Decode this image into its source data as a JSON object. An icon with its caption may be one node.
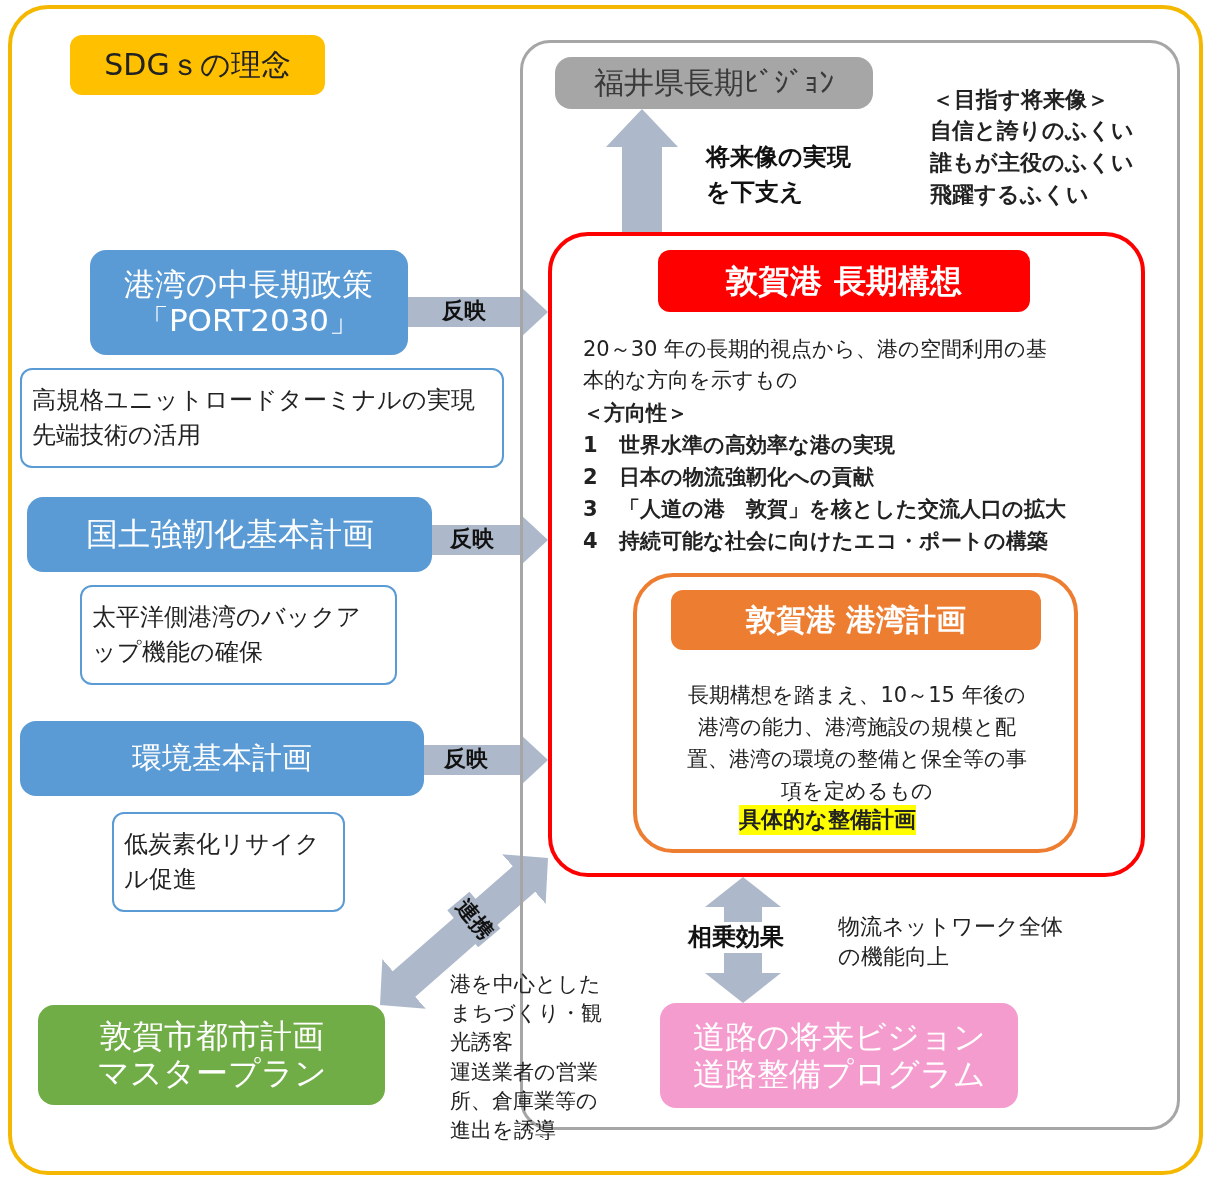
{
  "diagram": {
    "nodes": [
      {
        "text": [
          "SDGｓの理念"
        ]
      },
      {
        "text": [],
        "shape": "box",
        "in": 0
      },
      {
        "text": [
          "福井県長期ﾋﾞｼﾞｮﾝ"
        ],
        "in": 1
      },
      {
        "text": [
          "敦賀港 長期構想",
          "20～30 年の長期的視点から、港の空間利用の基本的な方向を示すもの",
          "＜方向性＞",
          "1　世界水準の高効率な港の実現",
          "2　日本の物流強靭化への貢献",
          "3　「人道の港　敦賀」を核とした交流人口の拡大",
          "4　持続可能な社会に向けたエコ・ポートの構築"
        ],
        "in": 1
      },
      {
        "text": [
          "敦賀港 港湾計画",
          "長期構想を踏まえ、10～15 年後の港湾の能力、港湾施設の規模と配置、港湾の環境の整備と保全等の事項を定めるもの",
          "具体的な整備計画"
        ],
        "in": 3
      },
      {
        "text": [
          "港湾の中長期政策「PORT2030」"
        ],
        "in": 0
      },
      {
        "text": [
          "高規格ユニットロードターミナルの実現先端技術の活用"
        ],
        "in": 0
      },
      {
        "text": [
          "国土強靭化基本計画"
        ],
        "in": 0
      },
      {
        "text": [
          "太平洋側港湾のバックアップ機能の確保"
        ],
        "in": 0
      },
      {
        "text": [
          "環境基本計画"
        ],
        "in": 0
      },
      {
        "text": [
          "低炭素化リサイクル促進"
        ],
        "in": 0
      },
      {
        "text": [
          "敦賀市都市計画マスタープラン"
        ],
        "in": 0
      },
      {
        "text": [
          "道路の将来ビジョン道路整備プログラム"
        ],
        "in": 1
      }
    ],
    "edges": [
      {
        "from": 5,
        "to": 3,
        "arrow": "to",
        "label": "反映"
      },
      {
        "from": 7,
        "to": 3,
        "arrow": "to",
        "label": "反映"
      },
      {
        "from": 9,
        "to": 3,
        "arrow": "to",
        "label": "反映"
      },
      {
        "from": 3,
        "to": 2,
        "arrow": "to",
        "label": "将来像の実現を下支え"
      },
      {
        "from": 11,
        "to": 3,
        "arrow": "both",
        "label": "連携"
      },
      {
        "from": 3,
        "to": 12,
        "arrow": "both",
        "label": "相乗効果"
      }
    ],
    "labels": [
      "＜目指す将来像＞",
      "自信と誇りのふくい",
      "誰もが主役のふくい",
      "飛躍するふくい",
      "物流ネットワーク全体の機能向上",
      "港を中心としたまちづくり・観光誘客",
      "運送業者の営業所、倉庫業等の進出を誘導"
    ]
  }
}
